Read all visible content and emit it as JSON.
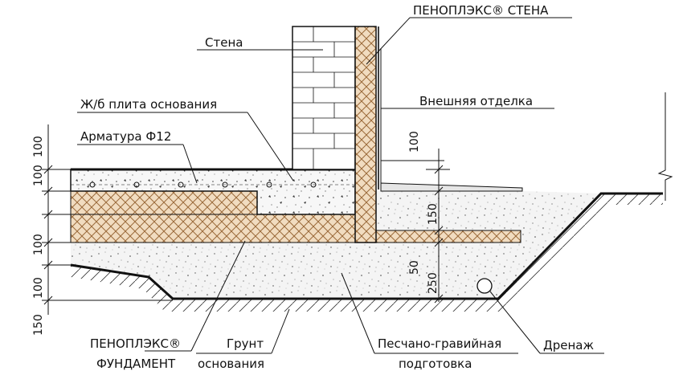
{
  "labels": {
    "wall_insulation": "ПЕНОПЛЭКС® СТЕНА",
    "wall": "Стена",
    "base_slab": "Ж/б плита основания",
    "exterior_finish": "Внешняя отделка",
    "rebar": "Арматура Ф12",
    "foundation_line1": "ПЕНОПЛЭКС®",
    "foundation_line2": "ФУНДАМЕНТ",
    "soil_line1": "Грунт",
    "soil_line2": "основания",
    "bedding_line1": "Песчано-гравийная",
    "bedding_line2": "подготовка",
    "drainage": "Дренаж"
  },
  "dimensions": {
    "left_1": "100",
    "left_2": "100",
    "left_3": "100",
    "left_4": "100",
    "left_5": "150",
    "right_100": "100",
    "right_150": "150",
    "right_50": "50",
    "right_250": "250"
  },
  "colors": {
    "insulation_fill": "#f1dcc0",
    "insulation_hatch": "#9b6a3a",
    "sand_fill": "#f3f3f3",
    "brick_fill": "#ffffff",
    "line": "#111111"
  }
}
